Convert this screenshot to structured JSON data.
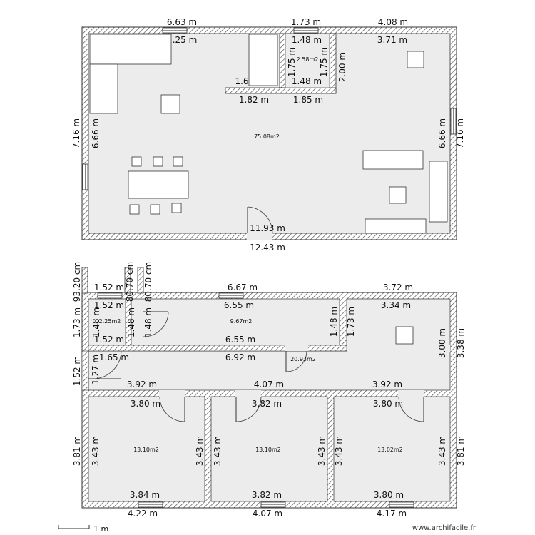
{
  "plan": {
    "top_floor": {
      "dimensions": {
        "d_663": "6.63 m",
        "d_125": ".25 m",
        "d_173": "1.73 m",
        "d_148a": "1.48 m",
        "d_408": "4.08 m",
        "d_371": "3.71 m",
        "d_258": "2.58m2",
        "d_175a": "1.75 m",
        "d_175b": "1.75 m",
        "d_200": "2.00 m",
        "d_148b": "1.48 m",
        "d_16": "1.6",
        "d_182": "1.82 m",
        "d_185": "1.85 m",
        "d_716l": "7.16 m",
        "d_666l": "6.66 m",
        "d_666r": "6.66 m",
        "d_716r": "7.16 m",
        "d_1193": "11.93 m",
        "d_1243": "12.43 m"
      },
      "areas": {
        "main": "75.08m2"
      }
    },
    "bottom_floor": {
      "dimensions": {
        "d_9320": "93.20 cm",
        "d_8070a": "80.70 cm",
        "d_8070b": "80.70 cm",
        "d_152a": "1.52 m",
        "d_152b": "1.52 m",
        "d_152c": "1.52 m",
        "d_173l": "1.73 m",
        "d_148l": "1.48 m",
        "d_148m1": "1.48 m",
        "d_148m2": "1.48 m",
        "d_667": "6.67 m",
        "d_655a": "6.55 m",
        "d_655b": "6.55 m",
        "d_372": "3.72 m",
        "d_334": "3.34 m",
        "d_148r": "1.48 m",
        "d_173r": "1.73 m",
        "d_300": "3.00 m",
        "d_338": "3.38 m",
        "d_165": "1.65 m",
        "d_692": "6.92 m",
        "d_152l": "1.52 m",
        "d_127": "1.27 m",
        "d_392a": "3.92 m",
        "d_407a": "4.07 m",
        "d_392b": "3.92 m",
        "d_380a": "3.80 m",
        "d_382a": "3.82 m",
        "d_380b": "3.80 m",
        "d_381l": "3.81 m",
        "d_343a": "3.43 m",
        "d_343b": "3.43 m",
        "d_343c": "3.43 m",
        "d_343d": "3.43 m",
        "d_343e": "3.43 m",
        "d_343f": "3.43 m",
        "d_381r": "3.81 m",
        "d_384": "3.84 m",
        "d_382b": "3.82 m",
        "d_380c": "3.80 m",
        "d_422": "4.22 m",
        "d_407b": "4.07 m",
        "d_417": "4.17 m"
      },
      "areas": {
        "small": "2.25m2",
        "hall_top": "9.67m2",
        "corridor": "20.93m2",
        "room1": "13.10m2",
        "room2": "13.10m2",
        "room3": "13.02m2"
      }
    },
    "scale_label": "1 m",
    "watermark": "www.archifacile.fr"
  },
  "colors": {
    "wall_fill": "#ffffff",
    "wall_hatch": "#555555",
    "floor": "#ececec",
    "furniture": "#ffffff"
  }
}
